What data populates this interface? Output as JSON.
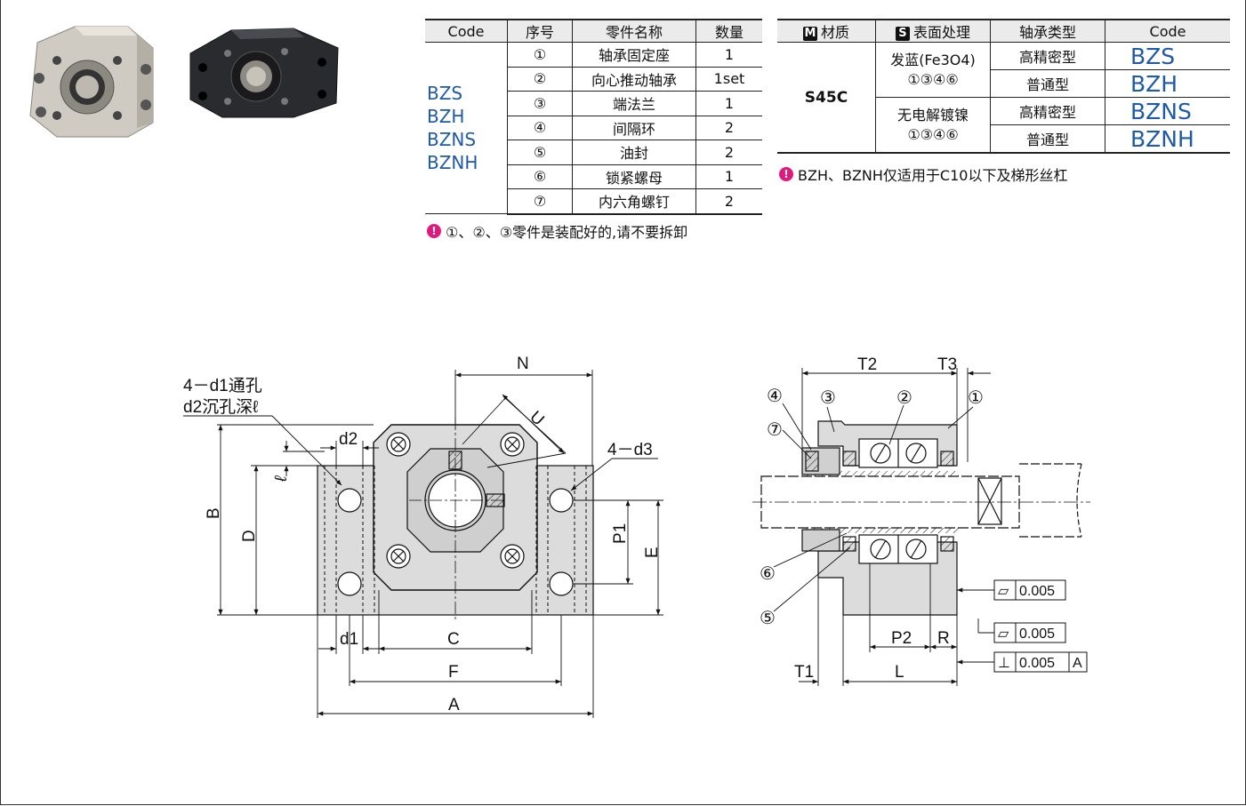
{
  "parts_table": {
    "headers": [
      "Code",
      "序号",
      "零件名称",
      "数量"
    ],
    "codes": [
      "BZS",
      "BZH",
      "BZNS",
      "BZNH"
    ],
    "rows": [
      {
        "no": "①",
        "name": "轴承固定座",
        "qty": "1"
      },
      {
        "no": "②",
        "name": "向心推动轴承",
        "qty": "1set"
      },
      {
        "no": "③",
        "name": "端法兰",
        "qty": "1"
      },
      {
        "no": "④",
        "name": "间隔环",
        "qty": "2"
      },
      {
        "no": "⑤",
        "name": "油封",
        "qty": "2"
      },
      {
        "no": "⑥",
        "name": "锁紧螺母",
        "qty": "1"
      },
      {
        "no": "⑦",
        "name": "内六角螺钉",
        "qty": "2"
      }
    ],
    "note": "①、②、③零件是装配好的,请不要拆卸"
  },
  "material_table": {
    "headers": {
      "material_badge": "M",
      "material": "材质",
      "surface_badge": "S",
      "surface": "表面处理",
      "bearing": "轴承类型",
      "code": "Code"
    },
    "material": "S45C",
    "groups": [
      {
        "treatment_line1": "发蓝(Fe3O4)",
        "treatment_line2": "①③④⑥",
        "rows": [
          {
            "bearing": "高精密型",
            "code": "BZS"
          },
          {
            "bearing": "普通型",
            "code": "BZH"
          }
        ]
      },
      {
        "treatment_line1": "无电解镀镍",
        "treatment_line2": "①③④⑥",
        "rows": [
          {
            "bearing": "高精密型",
            "code": "BZNS"
          },
          {
            "bearing": "普通型",
            "code": "BZNH"
          }
        ]
      }
    ],
    "note": "BZH、BZNH仅适用于C10以下及梯形丝杠"
  },
  "front_view": {
    "hole_label_1": "4－d1通孔",
    "hole_label_2": "d2沉孔深ℓ",
    "dims": {
      "N": "N",
      "U": "U",
      "d3": "4－d3",
      "d2": "d2",
      "l": "ℓ",
      "B": "B",
      "D": "D",
      "P1": "P1",
      "E": "E",
      "d1": "d1",
      "C": "C",
      "F": "F",
      "A": "A"
    }
  },
  "side_view": {
    "dims": {
      "T2": "T2",
      "T3": "T3",
      "P2": "P2",
      "R": "R",
      "T1": "T1",
      "L": "L"
    },
    "balloons": [
      "①",
      "②",
      "③",
      "④",
      "⑤",
      "⑥",
      "⑦"
    ],
    "tolerances": [
      {
        "symbol": "▱",
        "value": "0.005",
        "datum": ""
      },
      {
        "symbol": "▱",
        "value": "0.005",
        "datum": ""
      },
      {
        "symbol": "⊥",
        "value": "0.005",
        "datum": "A"
      }
    ]
  }
}
